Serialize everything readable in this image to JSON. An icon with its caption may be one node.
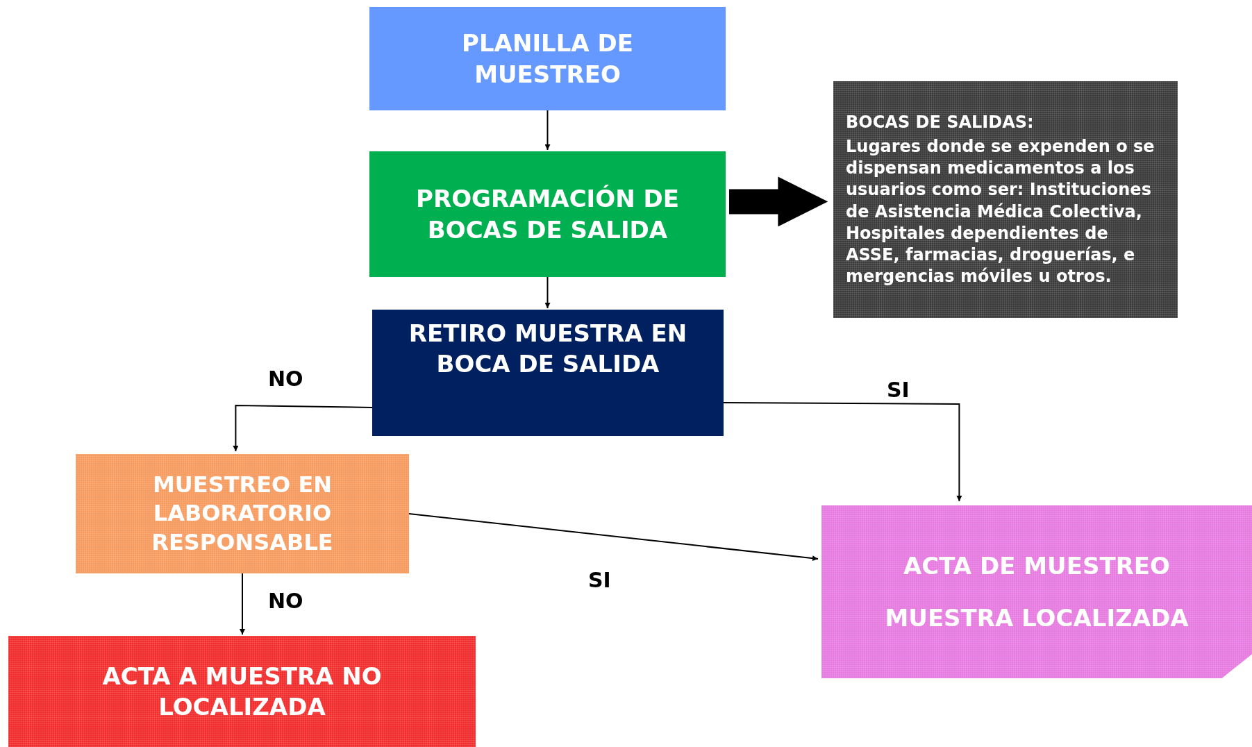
{
  "diagram": {
    "nodes": [
      {
        "text": [
          "PLANILLA DE MUESTREO"
        ]
      },
      {
        "text": [
          "PROGRAMACIÓN DE BOCAS DE SALIDA"
        ]
      },
      {
        "text": [
          "BOCAS DE SALIDAS:",
          "Lugares donde se expenden o se dispensan medicamentos a los usuarios como ser: Instituciones de Asistencia Médica Colectiva, Hospitales dependientes de ASSE, farmacias, droguerías, e mergencias móviles u otros."
        ]
      },
      {
        "text": [
          "RETIRO MUESTRA EN BOCA DE SALIDA"
        ]
      },
      {
        "text": [
          "MUESTREO EN LABORATORIO RESPONSABLE"
        ]
      },
      {
        "text": [
          "ACTA DE MUESTREO",
          "MUESTRA LOCALIZADA"
        ]
      },
      {
        "text": [
          "ACTA A MUESTRA NO LOCALIZADA"
        ]
      }
    ],
    "edges": [
      {
        "from": 0,
        "to": 1,
        "arrow": "to"
      },
      {
        "from": 1,
        "to": 2,
        "arrow": "to",
        "style": "thick"
      },
      {
        "from": 1,
        "to": 3,
        "arrow": "to"
      },
      {
        "from": 3,
        "to": 4,
        "arrow": "to",
        "label": "NO"
      },
      {
        "from": 3,
        "to": 5,
        "arrow": "to",
        "label": "SI"
      },
      {
        "from": 4,
        "to": 5,
        "arrow": "to",
        "label": "SI"
      },
      {
        "from": 4,
        "to": 6,
        "arrow": "to",
        "label": "NO"
      }
    ]
  }
}
